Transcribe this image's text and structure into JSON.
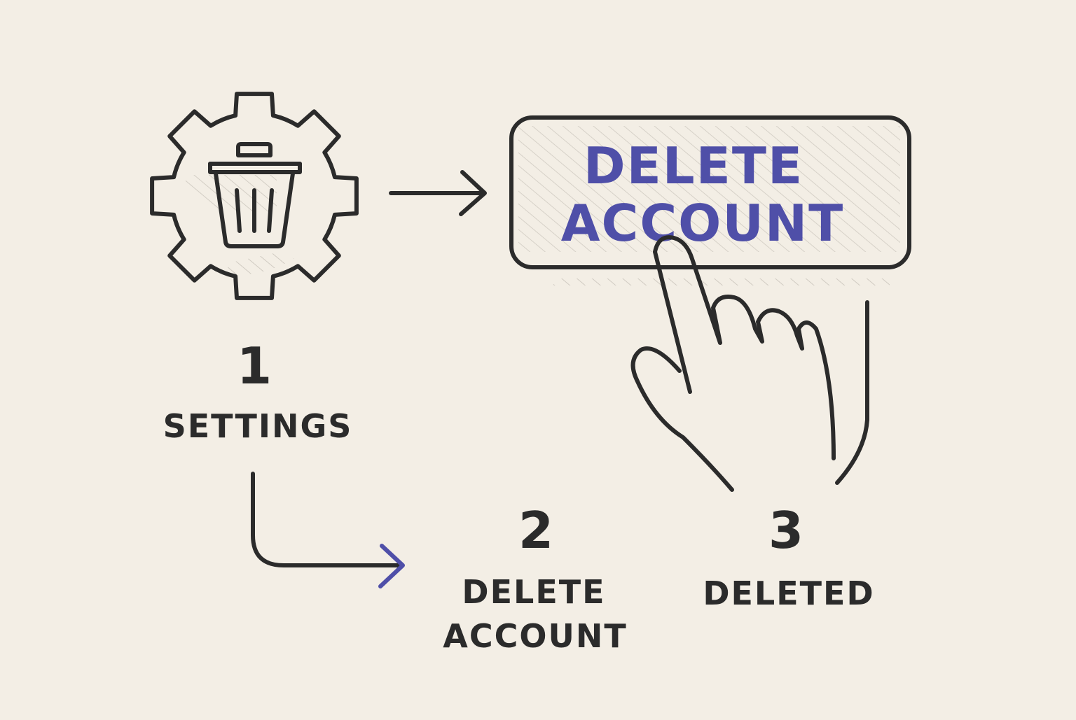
{
  "colors": {
    "background": "#f3eee5",
    "ink": "#2b2b2b",
    "accent": "#4f4fa8",
    "hatch": "#b9b3aa"
  },
  "icons": {
    "settings": "gear-icon",
    "trash": "trash-icon",
    "pointer": "pointing-hand-icon"
  },
  "button": {
    "line1": "DELETE",
    "line2": "ACCOUNT"
  },
  "steps": [
    {
      "number": "1",
      "label": "SETTINGS"
    },
    {
      "number": "2",
      "label_line1": "DELETE",
      "label_line2": "ACCOUNT"
    },
    {
      "number": "3",
      "label": "DELETED"
    }
  ]
}
